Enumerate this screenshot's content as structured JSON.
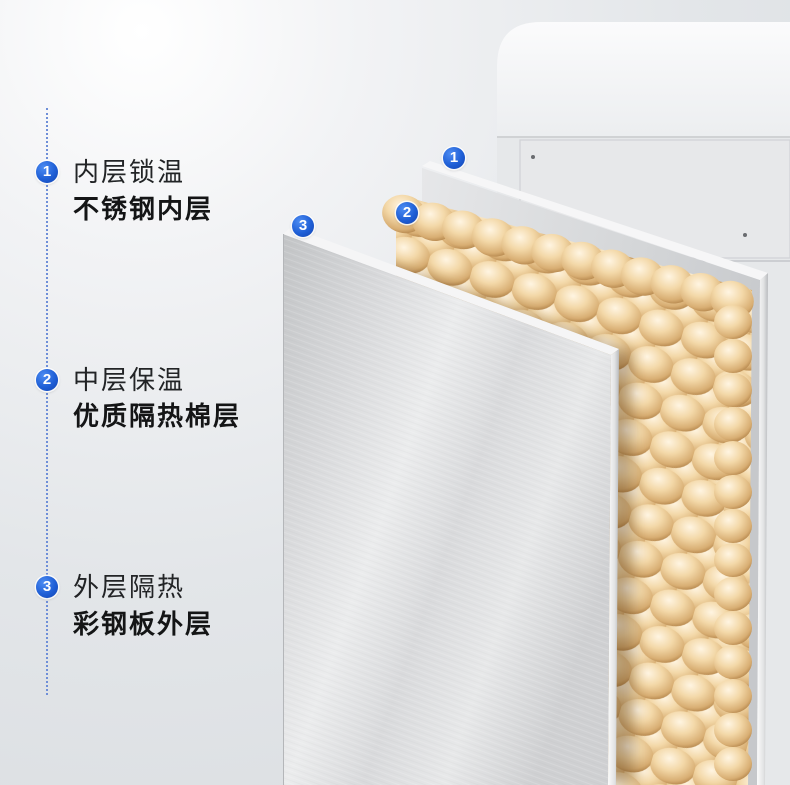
{
  "layers": [
    {
      "number": "1",
      "title": "内层锁温",
      "subtitle": "不锈钢内层"
    },
    {
      "number": "2",
      "title": "中层保温",
      "subtitle": "优质隔热棉层"
    },
    {
      "number": "3",
      "title": "外层隔热",
      "subtitle": "彩钢板外层"
    }
  ],
  "colors": {
    "accent": "#1f5fd6",
    "title_text": "#222426",
    "cotton": "#f0d3a0",
    "steel": "#dadbdd",
    "background": "#e3e6e9"
  },
  "icons": {
    "layer_marker": "numbered-circle-badge"
  }
}
